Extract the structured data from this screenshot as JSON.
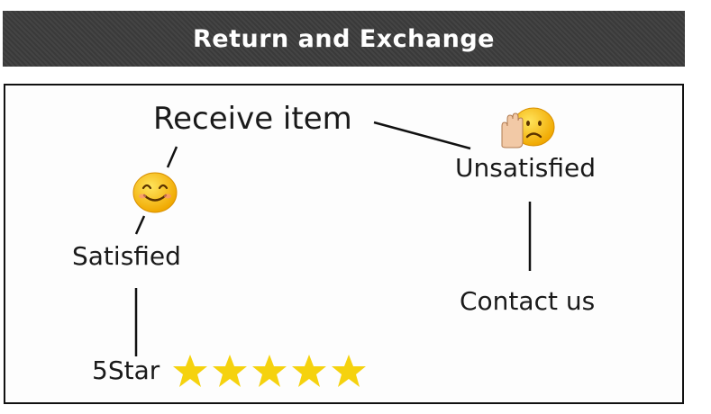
{
  "header": {
    "title": "Return and Exchange"
  },
  "diagram": {
    "receive_label": "Receive item",
    "unsatisfied_label": "Unsatisfied",
    "satisfied_label": "Satisfied",
    "contact_label": "Contact us",
    "rating_label": "5Star",
    "rating_stars": 5
  },
  "icons": {
    "happy": "smiling-face-icon",
    "sad": "sad-face-stop-hand-icon",
    "star": "star-icon"
  },
  "colors": {
    "header_bg": "#444444",
    "header_text": "#ffffff",
    "star": "#f5d20e",
    "emoji": "#f7c21b"
  }
}
